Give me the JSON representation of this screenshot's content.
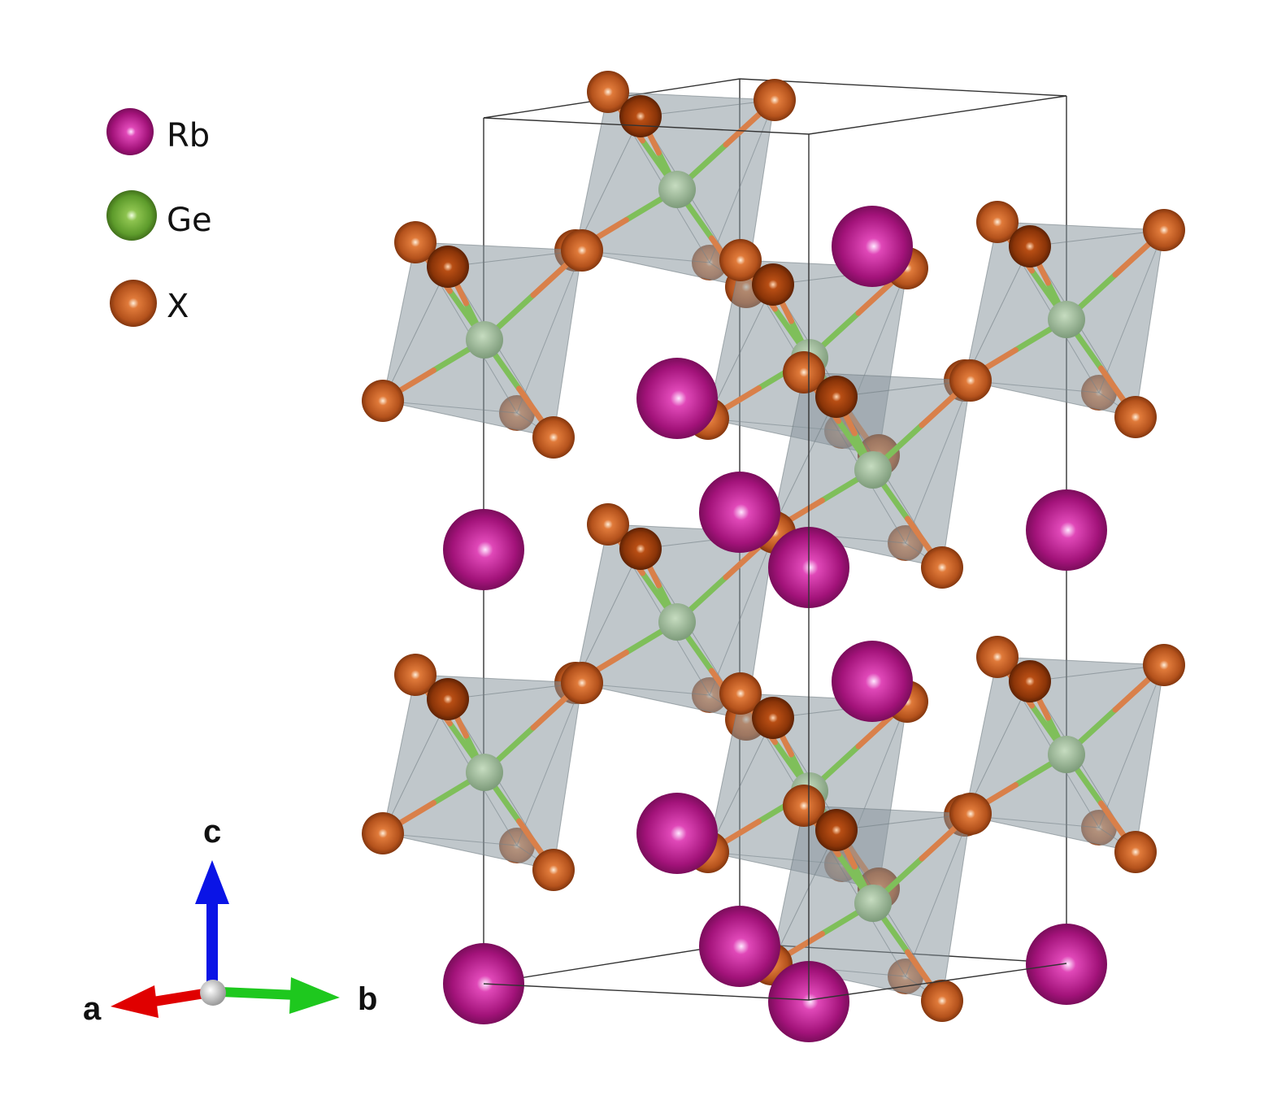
{
  "legend": [
    {
      "symbol": "Rb",
      "color": "#a3137a"
    },
    {
      "symbol": "Ge",
      "color": "#5d9b2b"
    },
    {
      "symbol": "X",
      "color": "#b4521c"
    }
  ],
  "axes": {
    "a": {
      "label": "a",
      "color": "#e00000"
    },
    "b": {
      "label": "b",
      "color": "#1ec81e"
    },
    "c": {
      "label": "c",
      "color": "#0a14e6"
    }
  },
  "colors": {
    "polyhedron": "#8a969d",
    "cell_edge": "#333333",
    "bond_ge": "#7fbf5a",
    "bond_x": "#d9804a"
  }
}
